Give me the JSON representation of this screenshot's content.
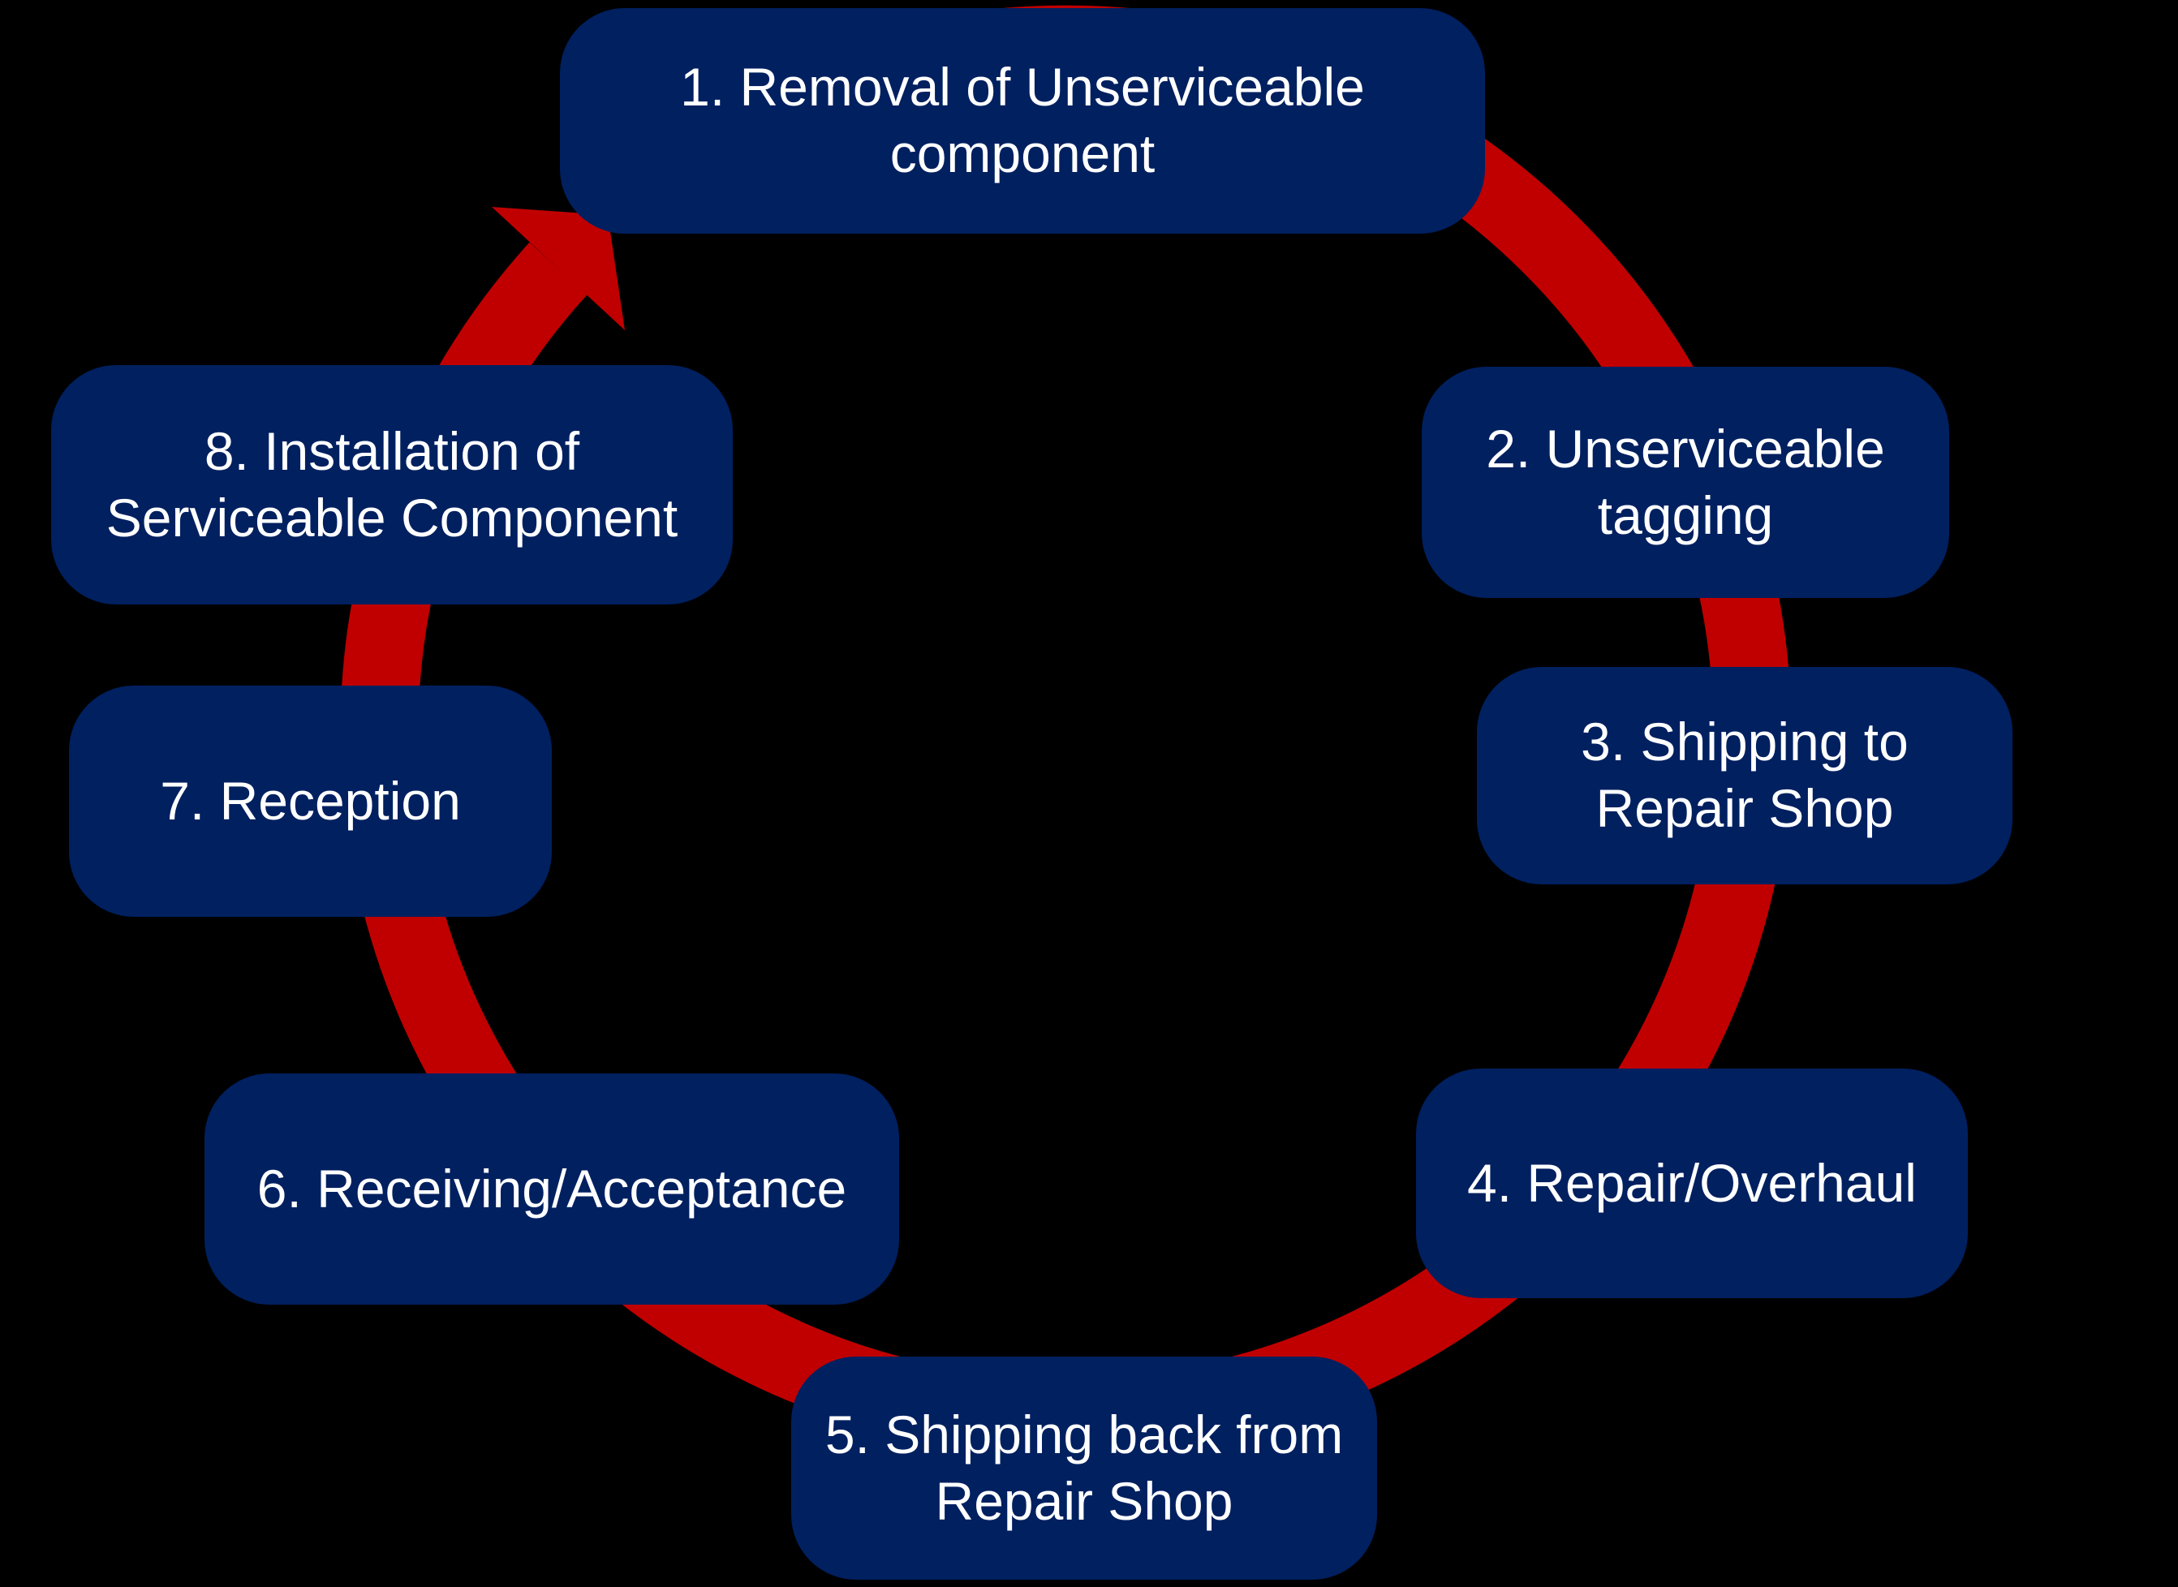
{
  "css_vars": {
    "--bg": "#000000",
    "--node": "#002060",
    "--arrow": "#C00000",
    "--text": "#FFFFFF"
  },
  "diagram": {
    "type": "cycle",
    "direction": "clockwise",
    "background_color": "#000000",
    "node_color": "#002060",
    "arrow_color": "#C00000",
    "text_color": "#FFFFFF",
    "steps": [
      {
        "label": "1. Removal of Unserviceable component"
      },
      {
        "label": "2. Unserviceable tagging"
      },
      {
        "label": "3. Shipping to Repair Shop"
      },
      {
        "label": "4. Repair/Overhaul"
      },
      {
        "label": "5. Shipping back from Repair Shop"
      },
      {
        "label": "6. Receiving/Acceptance"
      },
      {
        "label": "7. Reception"
      },
      {
        "label": "8. Installation of Serviceable Component"
      }
    ]
  }
}
